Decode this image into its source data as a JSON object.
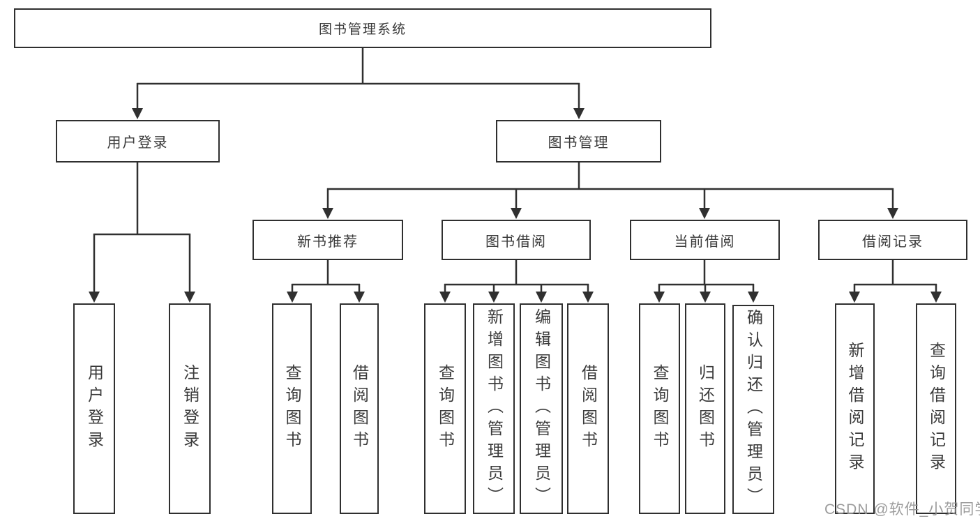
{
  "diagram": {
    "root": {
      "label": "图书管理系统"
    },
    "level1": [
      {
        "label": "用户登录"
      },
      {
        "label": "图书管理"
      }
    ],
    "level2": [
      {
        "label": "新书推荐"
      },
      {
        "label": "图书借阅"
      },
      {
        "label": "当前借阅"
      },
      {
        "label": "借阅记录"
      }
    ],
    "leaves": {
      "user_login": [
        {
          "label": "用户登录"
        },
        {
          "label": "注销登录"
        }
      ],
      "new_book": [
        {
          "label": "查询图书"
        },
        {
          "label": "借阅图书"
        }
      ],
      "borrow": [
        {
          "label": "查询图书"
        },
        {
          "label": "新增图书（管理员）"
        },
        {
          "label": "编辑图书（管理员）"
        },
        {
          "label": "借阅图书"
        }
      ],
      "current": [
        {
          "label": "查询图书"
        },
        {
          "label": "归还图书"
        },
        {
          "label": "确认归还（管理员）"
        }
      ],
      "records": [
        {
          "label": "新增借阅记录"
        },
        {
          "label": "查询借阅记录"
        }
      ]
    }
  },
  "watermark": {
    "text": "CSDN @软件_小贺同学",
    "color": "#949494"
  },
  "colors": {
    "line": "#303030",
    "box_border": "#2f2f2f",
    "text": "#3a3a3a",
    "background": "#ffffff"
  }
}
